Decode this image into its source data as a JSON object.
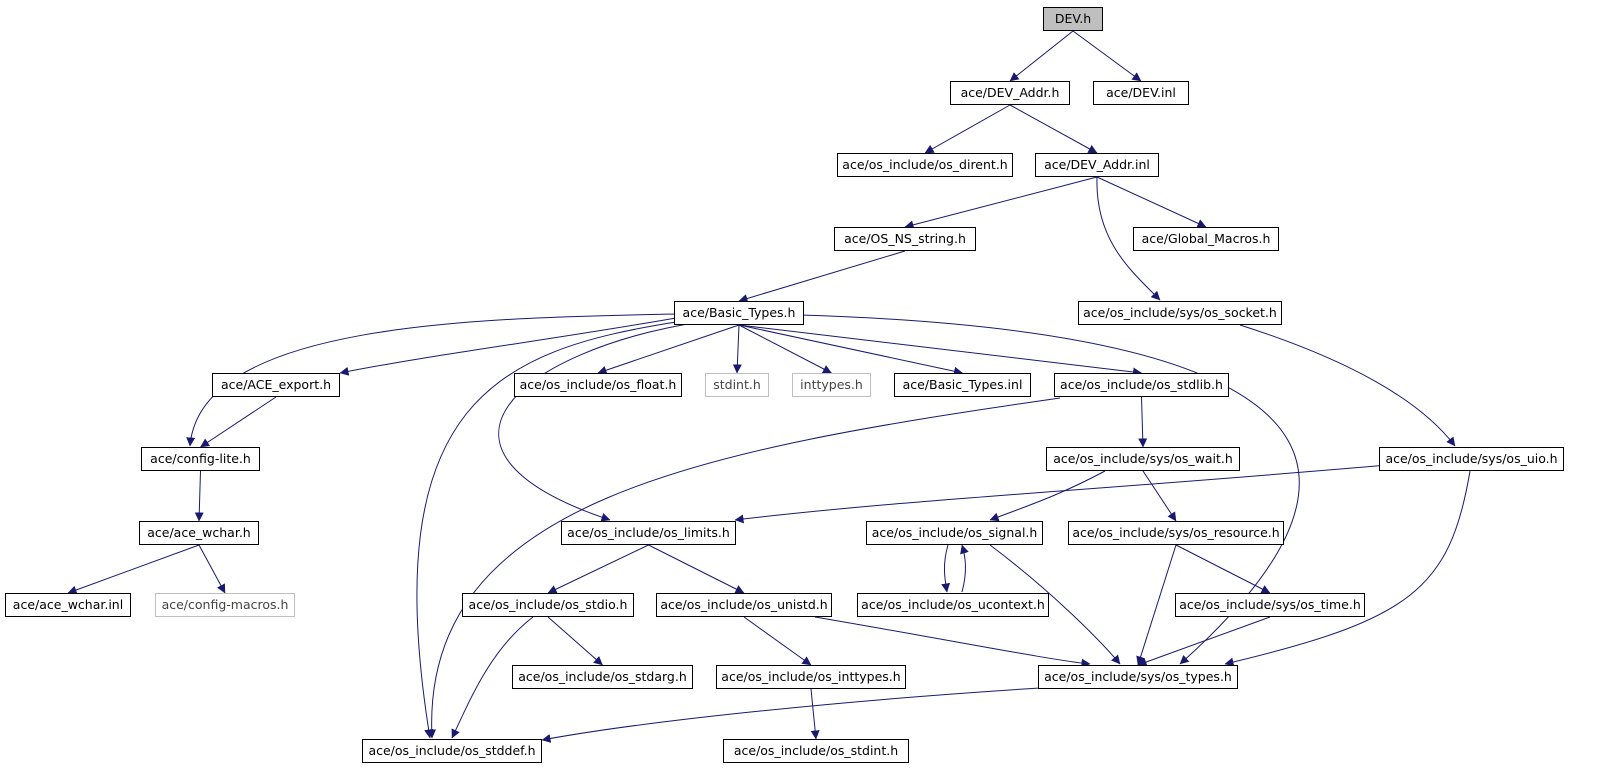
{
  "graph": {
    "edge_color": "#191970",
    "root_fill": "#bfbfbf",
    "missing_border": "#bfbfbf",
    "nodes": [
      {
        "id": "dev_h",
        "label": "DEV.h",
        "root": true
      },
      {
        "id": "dev_addr_h",
        "label": "ace/DEV_Addr.h"
      },
      {
        "id": "dev_inl",
        "label": "ace/DEV.inl"
      },
      {
        "id": "os_dirent",
        "label": "ace/os_include/os_dirent.h"
      },
      {
        "id": "dev_addr_inl",
        "label": "ace/DEV_Addr.inl"
      },
      {
        "id": "os_ns_string",
        "label": "ace/OS_NS_string.h"
      },
      {
        "id": "global_macros",
        "label": "ace/Global_Macros.h"
      },
      {
        "id": "basic_types_h",
        "label": "ace/Basic_Types.h"
      },
      {
        "id": "sys_os_socket",
        "label": "ace/os_include/sys/os_socket.h"
      },
      {
        "id": "ace_export",
        "label": "ace/ACE_export.h"
      },
      {
        "id": "os_float",
        "label": "ace/os_include/os_float.h"
      },
      {
        "id": "stdint_h",
        "label": "stdint.h",
        "missing": true
      },
      {
        "id": "inttypes_h",
        "label": "inttypes.h",
        "missing": true
      },
      {
        "id": "basic_types_inl",
        "label": "ace/Basic_Types.inl"
      },
      {
        "id": "os_stdlib",
        "label": "ace/os_include/os_stdlib.h"
      },
      {
        "id": "config_lite",
        "label": "ace/config-lite.h"
      },
      {
        "id": "sys_os_wait",
        "label": "ace/os_include/sys/os_wait.h"
      },
      {
        "id": "sys_os_uio",
        "label": "ace/os_include/sys/os_uio.h"
      },
      {
        "id": "ace_wchar_h",
        "label": "ace/ace_wchar.h"
      },
      {
        "id": "os_limits",
        "label": "ace/os_include/os_limits.h"
      },
      {
        "id": "os_signal",
        "label": "ace/os_include/os_signal.h"
      },
      {
        "id": "sys_os_resource",
        "label": "ace/os_include/sys/os_resource.h"
      },
      {
        "id": "ace_wchar_inl",
        "label": "ace/ace_wchar.inl"
      },
      {
        "id": "config_macros",
        "label": "ace/config-macros.h",
        "missing": true
      },
      {
        "id": "os_stdio",
        "label": "ace/os_include/os_stdio.h"
      },
      {
        "id": "os_unistd",
        "label": "ace/os_include/os_unistd.h"
      },
      {
        "id": "os_ucontext",
        "label": "ace/os_include/os_ucontext.h"
      },
      {
        "id": "sys_os_time",
        "label": "ace/os_include/sys/os_time.h"
      },
      {
        "id": "os_stdarg",
        "label": "ace/os_include/os_stdarg.h"
      },
      {
        "id": "os_inttypes",
        "label": "ace/os_include/os_inttypes.h"
      },
      {
        "id": "sys_os_types",
        "label": "ace/os_include/sys/os_types.h"
      },
      {
        "id": "os_stddef",
        "label": "ace/os_include/os_stddef.h"
      },
      {
        "id": "os_stdint",
        "label": "ace/os_include/os_stdint.h"
      }
    ],
    "edges": [
      [
        "dev_h",
        "dev_addr_h"
      ],
      [
        "dev_h",
        "dev_inl"
      ],
      [
        "dev_addr_h",
        "os_dirent"
      ],
      [
        "dev_addr_h",
        "dev_addr_inl"
      ],
      [
        "dev_addr_inl",
        "os_ns_string"
      ],
      [
        "dev_addr_inl",
        "global_macros"
      ],
      [
        "dev_addr_inl",
        "sys_os_socket"
      ],
      [
        "os_ns_string",
        "basic_types_h"
      ],
      [
        "basic_types_h",
        "config_lite"
      ],
      [
        "basic_types_h",
        "ace_export"
      ],
      [
        "basic_types_h",
        "os_stddef"
      ],
      [
        "basic_types_h",
        "os_limits"
      ],
      [
        "basic_types_h",
        "os_float"
      ],
      [
        "basic_types_h",
        "stdint_h"
      ],
      [
        "basic_types_h",
        "inttypes_h"
      ],
      [
        "basic_types_h",
        "basic_types_inl"
      ],
      [
        "basic_types_h",
        "os_stdlib"
      ],
      [
        "basic_types_h",
        "sys_os_types"
      ],
      [
        "sys_os_socket",
        "sys_os_uio"
      ],
      [
        "ace_export",
        "config_lite"
      ],
      [
        "os_stdlib",
        "os_stddef"
      ],
      [
        "os_stdlib",
        "sys_os_wait"
      ],
      [
        "config_lite",
        "ace_wchar_h"
      ],
      [
        "sys_os_wait",
        "os_signal"
      ],
      [
        "sys_os_wait",
        "sys_os_resource"
      ],
      [
        "sys_os_uio",
        "os_limits"
      ],
      [
        "sys_os_uio",
        "sys_os_types"
      ],
      [
        "ace_wchar_h",
        "ace_wchar_inl"
      ],
      [
        "ace_wchar_h",
        "config_macros"
      ],
      [
        "os_limits",
        "os_stdio"
      ],
      [
        "os_limits",
        "os_unistd"
      ],
      [
        "os_signal",
        "os_ucontext"
      ],
      [
        "os_signal",
        "sys_os_types"
      ],
      [
        "os_ucontext",
        "os_signal"
      ],
      [
        "sys_os_resource",
        "sys_os_time"
      ],
      [
        "sys_os_resource",
        "sys_os_types"
      ],
      [
        "os_stdio",
        "os_stdarg"
      ],
      [
        "os_stdio",
        "os_stddef"
      ],
      [
        "os_unistd",
        "os_inttypes"
      ],
      [
        "os_unistd",
        "sys_os_types"
      ],
      [
        "sys_os_time",
        "sys_os_types"
      ],
      [
        "os_inttypes",
        "os_stdint"
      ],
      [
        "sys_os_types",
        "os_stddef"
      ]
    ]
  }
}
